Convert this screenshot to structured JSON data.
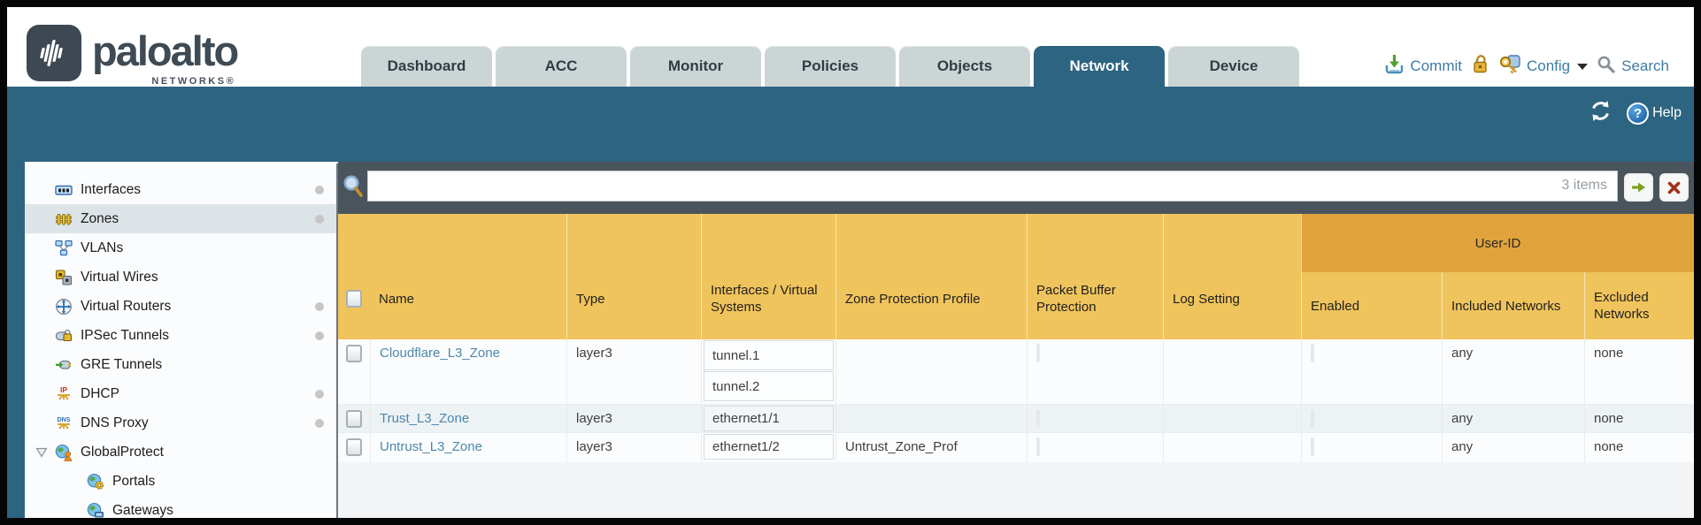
{
  "brand": {
    "logo_text": "paloalto",
    "logo_sub": "NETWORKS®",
    "logo_icon": "paloalto-soundwave-icon"
  },
  "nav": {
    "tabs": [
      {
        "label": "Dashboard",
        "active": false
      },
      {
        "label": "ACC",
        "active": false
      },
      {
        "label": "Monitor",
        "active": false
      },
      {
        "label": "Policies",
        "active": false
      },
      {
        "label": "Objects",
        "active": false
      },
      {
        "label": "Network",
        "active": true
      },
      {
        "label": "Device",
        "active": false
      }
    ]
  },
  "toolbar": {
    "commit_label": "Commit",
    "config_label": "Config",
    "search_label": "Search",
    "icons": [
      "commit-download-icon",
      "lock-icon",
      "config-key-icon",
      "config-caret-icon",
      "search-magnifier-icon"
    ]
  },
  "band": {
    "help_label": "Help",
    "question_mark": "?",
    "icons": [
      "refresh-icon",
      "help-icon"
    ]
  },
  "filter": {
    "input_value": "",
    "count_label": "3 items",
    "icons": [
      "filter-magnifier-icon",
      "apply-filter-arrow-icon",
      "clear-filter-x-icon"
    ]
  },
  "sidebar": {
    "items": [
      {
        "label": "Interfaces",
        "icon": "interfaces-icon",
        "selected": false,
        "dot": true,
        "indent": false
      },
      {
        "label": "Zones",
        "icon": "zones-icon",
        "selected": true,
        "dot": true,
        "indent": false
      },
      {
        "label": "VLANs",
        "icon": "vlans-icon",
        "selected": false,
        "dot": false,
        "indent": false
      },
      {
        "label": "Virtual Wires",
        "icon": "virtual-wires-icon",
        "selected": false,
        "dot": false,
        "indent": false
      },
      {
        "label": "Virtual Routers",
        "icon": "virtual-routers-icon",
        "selected": false,
        "dot": true,
        "indent": false
      },
      {
        "label": "IPSec Tunnels",
        "icon": "ipsec-tunnels-icon",
        "selected": false,
        "dot": true,
        "indent": false
      },
      {
        "label": "GRE Tunnels",
        "icon": "gre-tunnels-icon",
        "selected": false,
        "dot": false,
        "indent": false
      },
      {
        "label": "DHCP",
        "icon": "dhcp-icon",
        "selected": false,
        "dot": true,
        "indent": false
      },
      {
        "label": "DNS Proxy",
        "icon": "dns-proxy-icon",
        "selected": false,
        "dot": true,
        "indent": false
      },
      {
        "label": "GlobalProtect",
        "icon": "globalprotect-icon",
        "selected": false,
        "dot": false,
        "indent": false,
        "expander": true
      },
      {
        "label": "Portals",
        "icon": "portals-icon",
        "selected": false,
        "dot": false,
        "indent": true
      },
      {
        "label": "Gateways",
        "icon": "gateways-icon",
        "selected": false,
        "dot": false,
        "indent": true
      }
    ]
  },
  "table": {
    "group_header": "User-ID",
    "columns": [
      "Name",
      "Type",
      "Interfaces / Virtual Systems",
      "Zone Protection Profile",
      "Packet Buffer Protection",
      "Log Setting",
      "Enabled",
      "Included Networks",
      "Excluded Networks"
    ],
    "rows": [
      {
        "name": "Cloudflare_L3_Zone",
        "type": "layer3",
        "interfaces": [
          "tunnel.1",
          "tunnel.2"
        ],
        "zone_protection_profile": "",
        "log_setting": "",
        "included_networks": "any",
        "excluded_networks": "none"
      },
      {
        "name": "Trust_L3_Zone",
        "type": "layer3",
        "interfaces": [
          "ethernet1/1"
        ],
        "zone_protection_profile": "",
        "log_setting": "",
        "included_networks": "any",
        "excluded_networks": "none"
      },
      {
        "name": "Untrust_L3_Zone",
        "type": "layer3",
        "interfaces": [
          "ethernet1/2"
        ],
        "zone_protection_profile": "Untrust_Zone_Prof",
        "log_setting": "",
        "included_networks": "any",
        "excluded_networks": "none"
      }
    ]
  },
  "colors": {
    "teal": "#2d6481",
    "amber_header": "#f0c45c",
    "amber_group": "#e1a43c",
    "dark_strip": "#4a545d",
    "tab_inactive": "#ccd5d6",
    "link_blue": "#4d87aa",
    "toolbar_link": "#3b7ca4",
    "selected_row": "#dde4e7"
  }
}
